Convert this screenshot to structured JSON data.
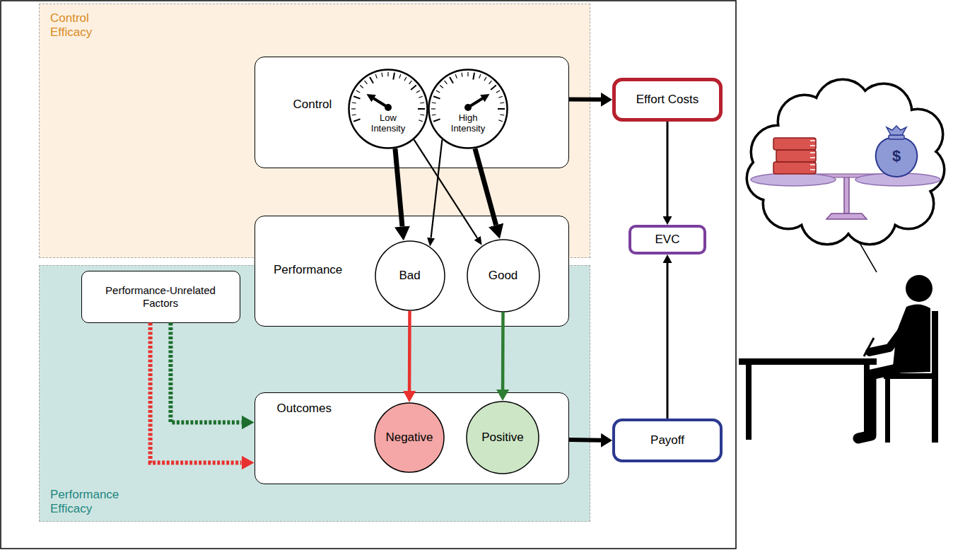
{
  "diagram": {
    "nodes": [
      {
        "text": [
          "Control Efficacy"
        ]
      },
      {
        "text": [
          "Control"
        ],
        "in": 0
      },
      {
        "text": [
          "Low Intensity"
        ],
        "in": 1
      },
      {
        "text": [
          "High Intensity"
        ],
        "in": 1
      },
      {
        "text": [
          "Effort Costs"
        ]
      },
      {
        "text": [
          "Performance"
        ]
      },
      {
        "text": [
          "Bad"
        ],
        "in": 5
      },
      {
        "text": [
          "Good"
        ],
        "in": 5
      },
      {
        "text": [
          "EVC"
        ]
      },
      {
        "text": [
          "Performance Efficacy"
        ]
      },
      {
        "text": [
          "Performance-Unrelated Factors"
        ],
        "in": 9
      },
      {
        "text": [
          "Outcomes"
        ],
        "in": 9
      },
      {
        "text": [
          "Negative"
        ],
        "in": 11
      },
      {
        "text": [
          "Positive"
        ],
        "in": 11
      },
      {
        "text": [
          "Payoff"
        ]
      }
    ],
    "edges": [
      {
        "from": 2,
        "to": 6,
        "arrow": "to"
      },
      {
        "from": 2,
        "to": 7,
        "arrow": "to"
      },
      {
        "from": 3,
        "to": 6,
        "arrow": "to"
      },
      {
        "from": 3,
        "to": 7,
        "arrow": "to"
      },
      {
        "from": 1,
        "to": 4,
        "arrow": "to"
      },
      {
        "from": 4,
        "to": 8,
        "arrow": "to"
      },
      {
        "from": 14,
        "to": 8,
        "arrow": "to"
      },
      {
        "from": 11,
        "to": 14,
        "arrow": "to"
      },
      {
        "from": 6,
        "to": 12,
        "arrow": "to"
      },
      {
        "from": 7,
        "to": 13,
        "arrow": "to"
      },
      {
        "from": 10,
        "to": 11,
        "arrow": "to"
      },
      {
        "from": 10,
        "to": 11,
        "arrow": "to"
      }
    ],
    "labels": [
      "$"
    ]
  }
}
